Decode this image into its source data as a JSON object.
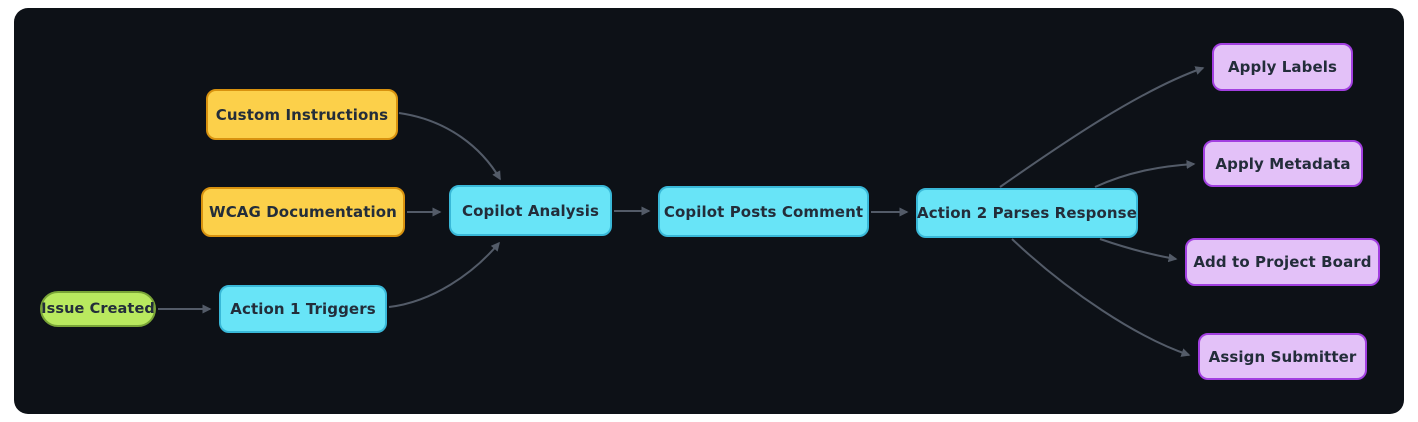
{
  "diagram": {
    "title": "GitHub Copilot issue triage workflow flowchart",
    "nodes": [
      {
        "id": "issue-created",
        "label": "Issue Created",
        "shape": "stadium",
        "type": "start"
      },
      {
        "id": "action1",
        "label": "Action 1 Triggers",
        "shape": "rounded-rectangle",
        "type": "process"
      },
      {
        "id": "custom",
        "label": "Custom Instructions",
        "shape": "rounded-rectangle",
        "type": "context"
      },
      {
        "id": "wcag",
        "label": "WCAG Documentation",
        "shape": "rounded-rectangle",
        "type": "context"
      },
      {
        "id": "analysis",
        "label": "Copilot Analysis",
        "shape": "rounded-rectangle",
        "type": "process"
      },
      {
        "id": "posts",
        "label": "Copilot Posts Comment",
        "shape": "rounded-rectangle",
        "type": "process"
      },
      {
        "id": "action2",
        "label": "Action 2 Parses Response",
        "shape": "rounded-rectangle",
        "type": "process"
      },
      {
        "id": "labels",
        "label": "Apply Labels",
        "shape": "rounded-rectangle",
        "type": "output"
      },
      {
        "id": "metadata",
        "label": "Apply Metadata",
        "shape": "rounded-rectangle",
        "type": "output"
      },
      {
        "id": "project",
        "label": "Add to Project Board",
        "shape": "rounded-rectangle",
        "type": "output"
      },
      {
        "id": "submitter",
        "label": "Assign Submitter",
        "shape": "rounded-rectangle",
        "type": "output"
      }
    ],
    "edges": [
      {
        "from": "issue-created",
        "to": "action1"
      },
      {
        "from": "custom",
        "to": "analysis"
      },
      {
        "from": "wcag",
        "to": "analysis"
      },
      {
        "from": "action1",
        "to": "analysis"
      },
      {
        "from": "analysis",
        "to": "posts"
      },
      {
        "from": "posts",
        "to": "action2"
      },
      {
        "from": "action2",
        "to": "labels"
      },
      {
        "from": "action2",
        "to": "metadata"
      },
      {
        "from": "action2",
        "to": "project"
      },
      {
        "from": "action2",
        "to": "submitter"
      }
    ],
    "colors": {
      "panel_background": "#0d1117",
      "frame_background": "#ffffff",
      "edge_stroke": "#535b68",
      "node_text": "#232d3a",
      "start_fill": "#b9e95f",
      "start_border": "#79a437",
      "context_fill": "#fcd04a",
      "context_border": "#d8920f",
      "process_fill": "#68e4f7",
      "process_border": "#39b8d8",
      "output_fill": "#e3c1f8",
      "output_border": "#a23fe0"
    }
  }
}
